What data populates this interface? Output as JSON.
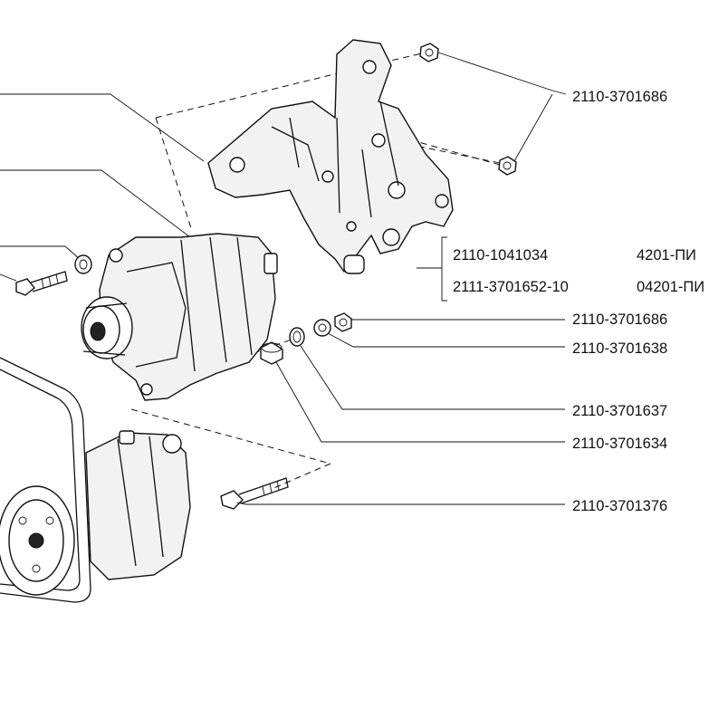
{
  "labels": {
    "nut_top": "2110-3701686",
    "bolt_1041034": "2110-1041034",
    "code_4201": "4201-ПИ",
    "bolt_3701652": "2111-3701652-10",
    "code_04201": "04201-ПИ",
    "nut_mid": "2110-3701686",
    "bushing": "2110-3701638",
    "washer": "2110-3701637",
    "spacer": "2110-3701634",
    "long_bolt": "2110-3701376"
  }
}
